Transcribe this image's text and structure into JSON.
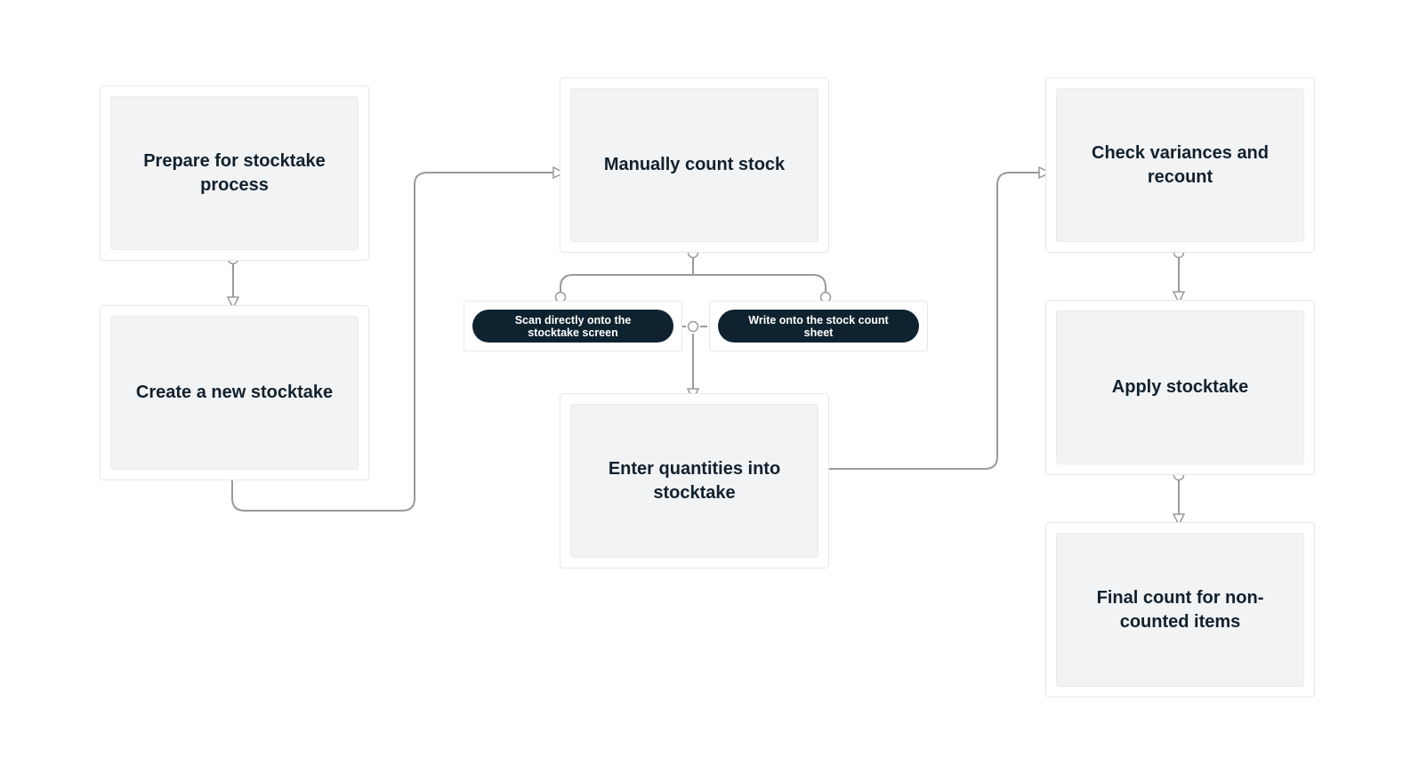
{
  "diagram": {
    "steps": {
      "prepare": "Prepare for stocktake process",
      "create": "Create a new stocktake",
      "count": "Manually count stock",
      "enter": "Enter quantities into stocktake",
      "check": "Check variances and recount",
      "apply": "Apply stocktake",
      "final": "Final count for non-counted items"
    },
    "options": {
      "scan": "Scan directly onto the stocktake screen",
      "write": "Write onto the stock count sheet"
    },
    "colors": {
      "node_fill": "#f2f3f5",
      "node_border": "#e4e7ea",
      "text": "#11212d",
      "pill": "#0f2230",
      "connector": "#9a9a9a"
    }
  }
}
